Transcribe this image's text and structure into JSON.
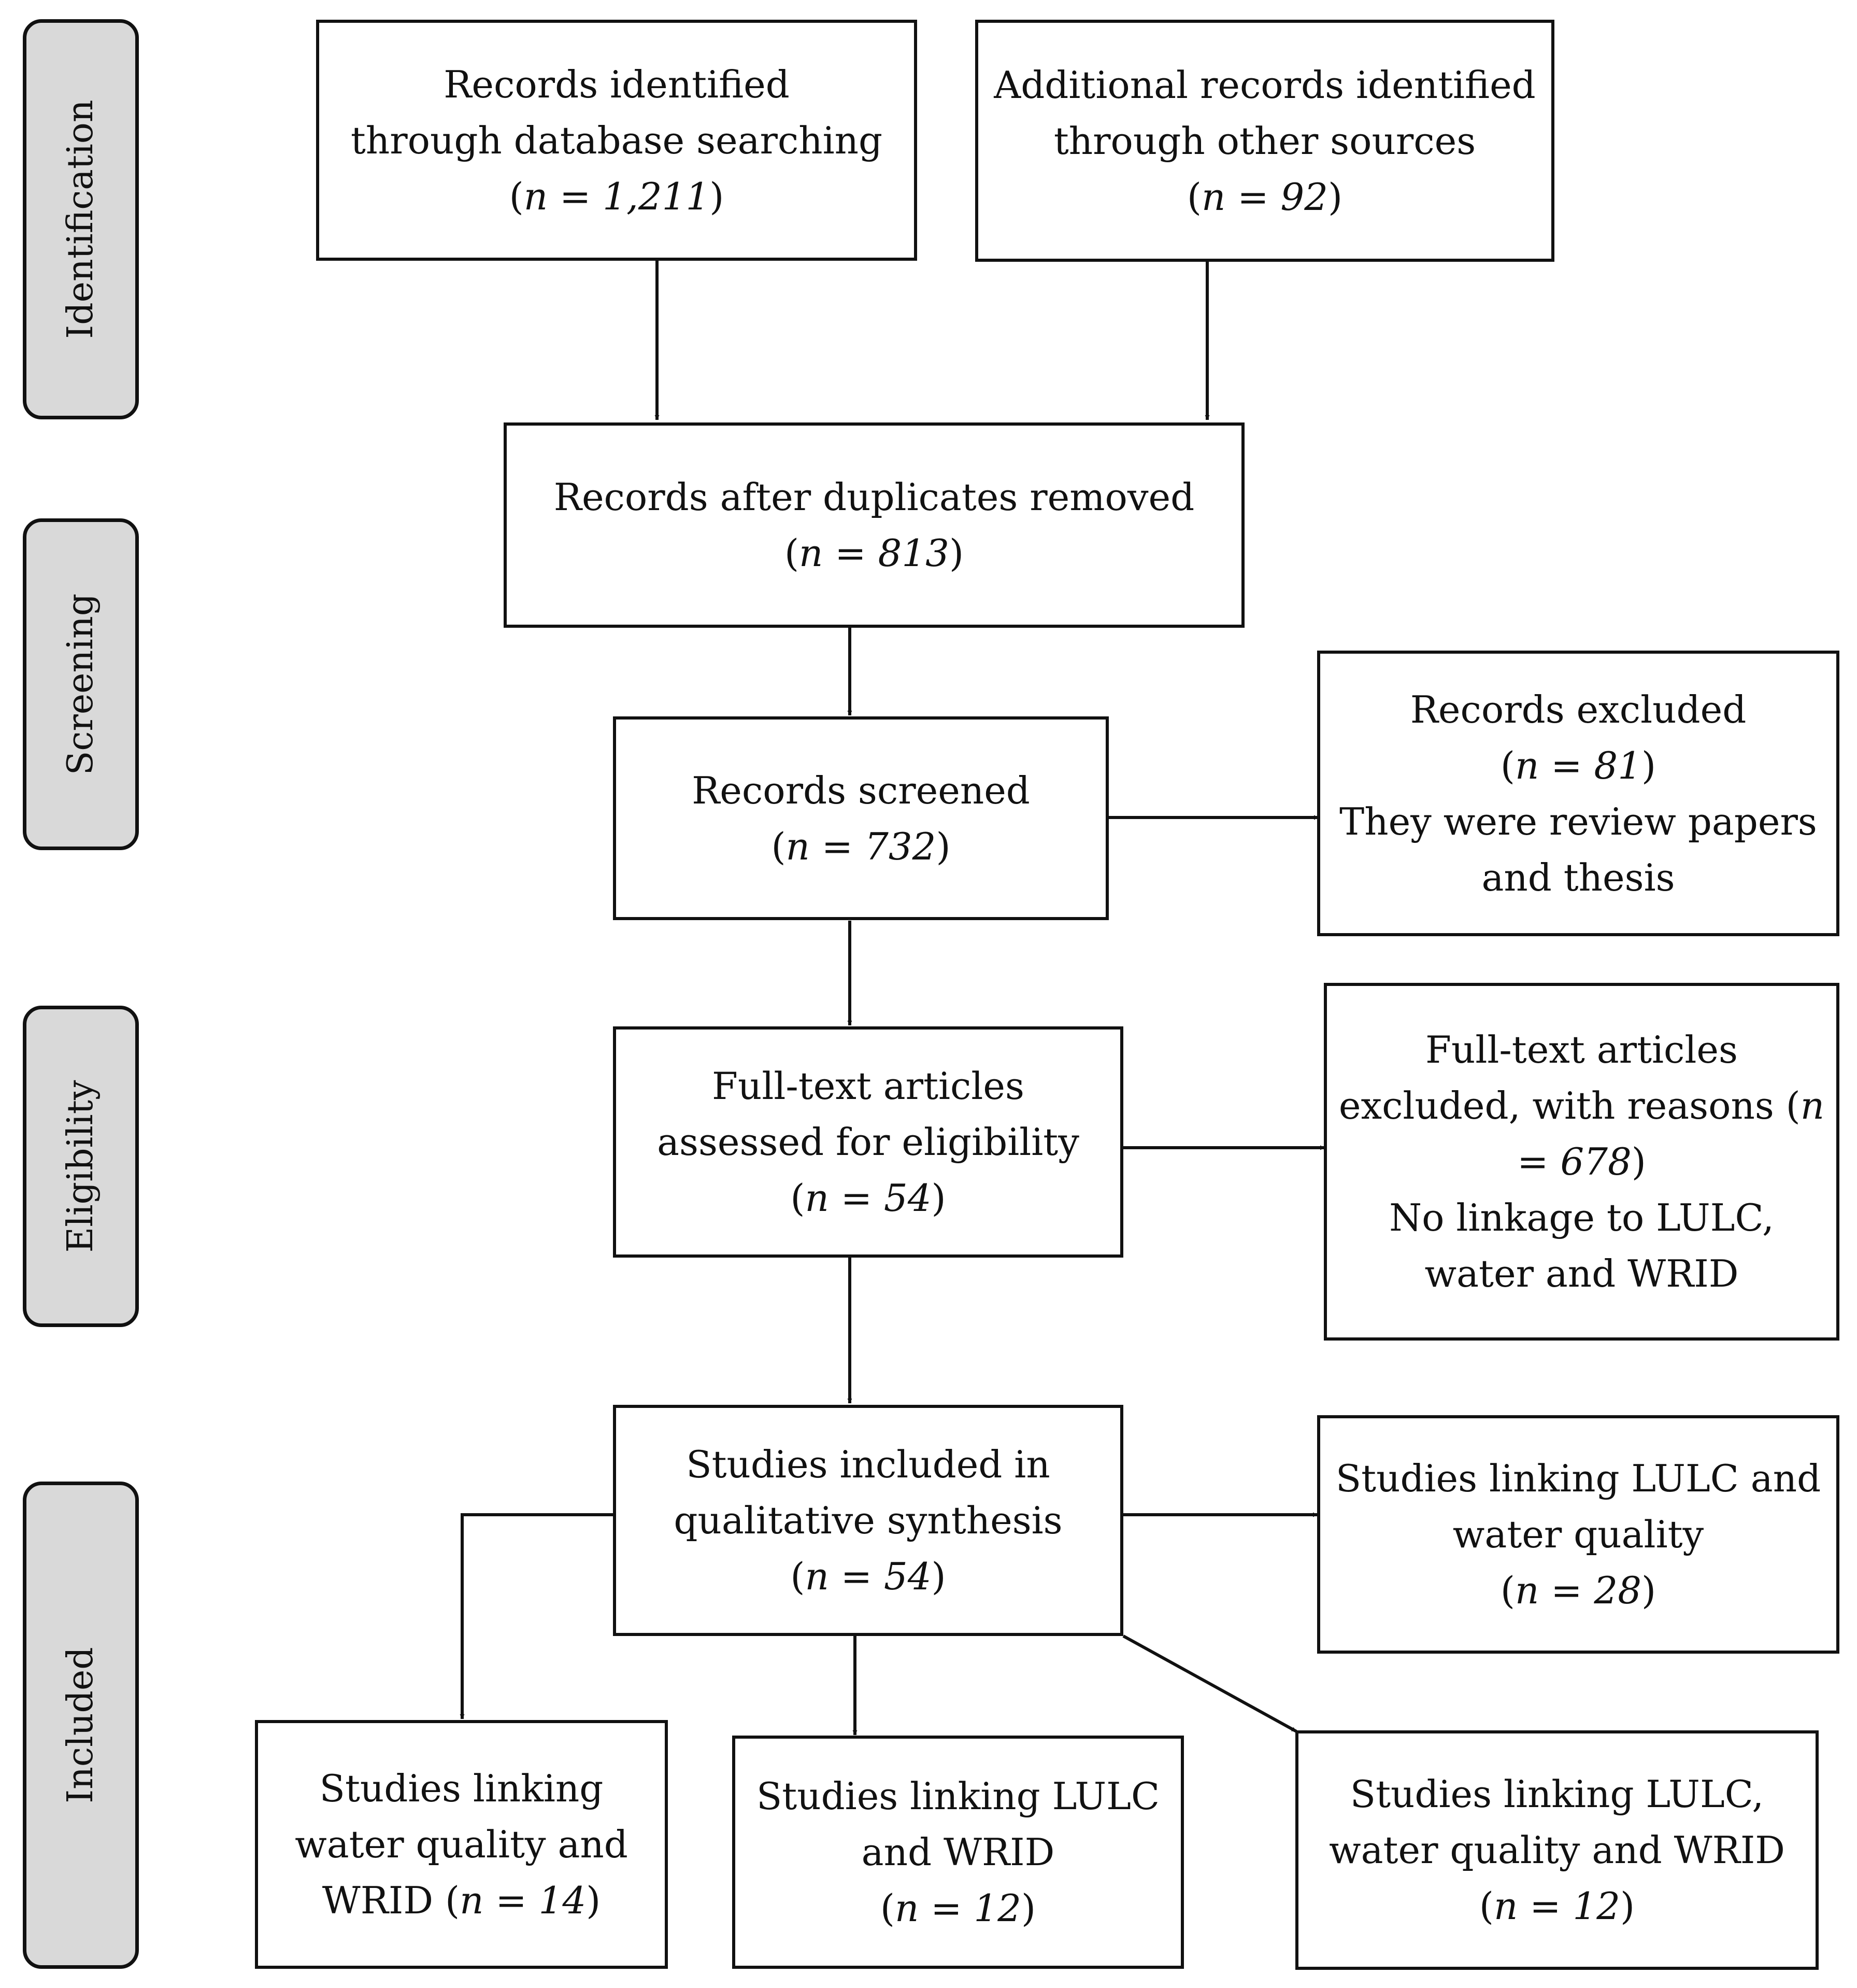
{
  "phases": {
    "identification": "Identification",
    "screening": "Screening",
    "eligibility": "Eligibility",
    "included": "Included"
  },
  "boxes": {
    "database": {
      "line1": "Records identified",
      "line2": "through database searching",
      "count_open": "(",
      "count": "n = 1,211",
      "count_close": ")"
    },
    "other_sources": {
      "line1": "Additional records identified",
      "line2": "through other sources",
      "count_open": "(",
      "count": "n = 92",
      "count_close": ")"
    },
    "duplicates_removed": {
      "line1": "Records after duplicates removed",
      "count_open": "(",
      "count": "n = 813",
      "count_close": ")"
    },
    "screened": {
      "line1": "Records screened",
      "count_open": "(",
      "count": "n = 732",
      "count_close": ")"
    },
    "excluded": {
      "line1": "Records excluded",
      "count_open": "(",
      "count": "n = 81",
      "count_close": ")",
      "line3": "They were review papers",
      "line4": "and thesis"
    },
    "full_text": {
      "line1": "Full-text articles",
      "line2": "assessed for eligibility",
      "count_open": "(",
      "count": "n = 54",
      "count_close": ")"
    },
    "full_text_excluded": {
      "line1": "Full-text articles",
      "line2_a": "excluded, with reasons (",
      "line2_n": "n",
      "line3_a": "= 678",
      "line3_b": ")",
      "line4": "No linkage to LULC,",
      "line5": "water and WRID"
    },
    "included": {
      "line1": "Studies included in",
      "line2": "qualitative synthesis",
      "count_open": "(",
      "count": "n = 54",
      "count_close": ")"
    },
    "lulc_water_quality": {
      "line1": "Studies linking LULC and",
      "line2": "water quality",
      "count_open": "(",
      "count": "n = 28",
      "count_close": ")"
    },
    "water_quality_wrid": {
      "line1": "Studies linking",
      "line2": "water quality and",
      "line3": "WRID (",
      "count": "n = 14",
      "count_close": ")"
    },
    "lulc_wrid": {
      "line1": "Studies linking LULC",
      "line2": "and WRID",
      "count_open": "(",
      "count": "n = 12",
      "count_close": ")"
    },
    "lulc_water_quality_wrid": {
      "line1": "Studies linking LULC,",
      "line2": "water quality and WRID",
      "count_open": "(",
      "count": "n = 12",
      "count_close": ")"
    }
  }
}
